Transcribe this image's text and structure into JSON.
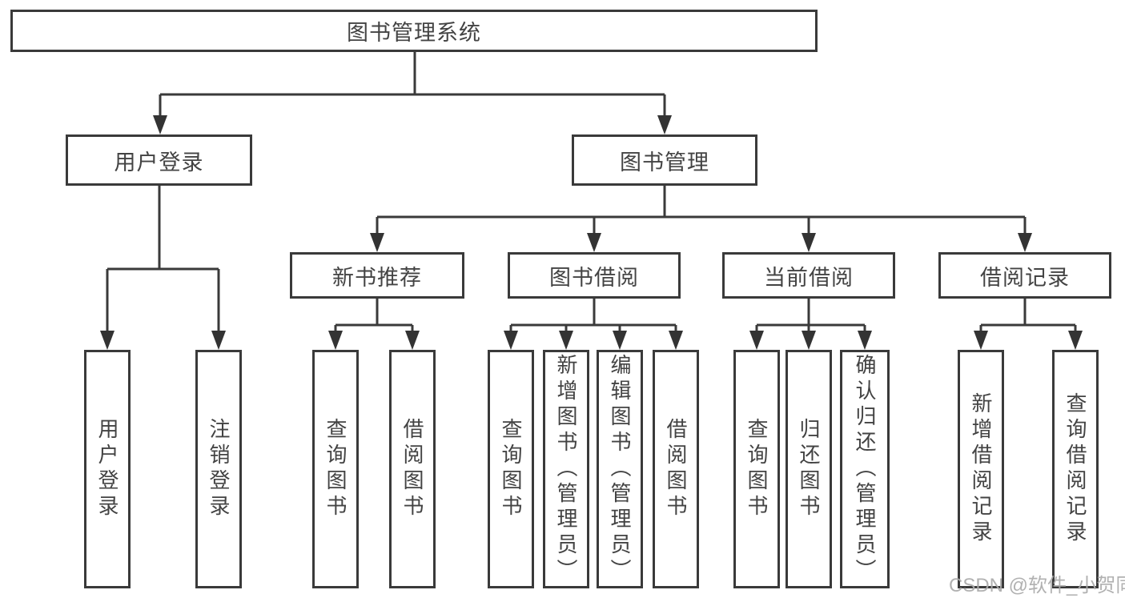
{
  "diagram": {
    "root": {
      "label": "图书管理系统"
    },
    "branches": {
      "user_login": {
        "label": "用户登录",
        "children": [
          "用户登录",
          "注销登录"
        ]
      },
      "book_management": {
        "label": "图书管理",
        "sections": {
          "new_book_recommend": {
            "label": "新书推荐",
            "children": [
              "查询图书",
              "借阅图书"
            ]
          },
          "book_borrow": {
            "label": "图书借阅",
            "children": [
              "查询图书",
              "新增图书（管理员）",
              "编辑图书（管理员）",
              "借阅图书"
            ]
          },
          "current_borrow": {
            "label": "当前借阅",
            "children": [
              "查询图书",
              "归还图书",
              "确认归还（管理员）"
            ]
          },
          "borrow_record": {
            "label": "借阅记录",
            "children": [
              "新增借阅记录",
              "查询借阅记录"
            ]
          }
        }
      }
    }
  },
  "watermark": "CSDN @软件_小贺同学",
  "colors": {
    "line": "#3a3a3a",
    "text": "#434343",
    "watermark": "#aaaaaa",
    "background": "#ffffff"
  }
}
